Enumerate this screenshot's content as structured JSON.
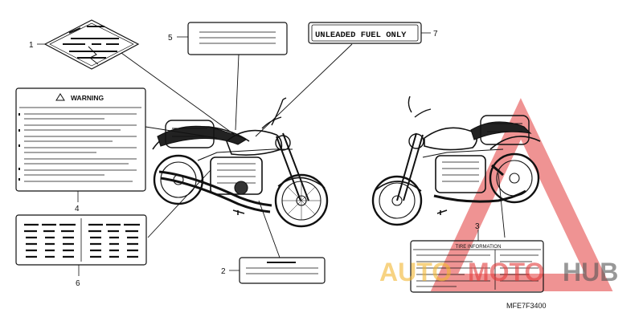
{
  "callouts": {
    "c1": "1",
    "c2": "2",
    "c3": "3",
    "c4": "4",
    "c5": "5",
    "c6": "6",
    "c7": "7"
  },
  "labels": {
    "warning": "WARNING",
    "fuel": "UNLEADED FUEL ONLY",
    "tire": "TIRE INFORMATION"
  },
  "diagram_code": "MFE7F3400",
  "watermark": {
    "part1": "AUTO",
    "part2": "MOTO",
    "part3": "HUB",
    "colors": {
      "triangle": "#e23b3b",
      "auto": "#f2b632",
      "moto": "#e23b3b",
      "hub": "#555555"
    }
  }
}
